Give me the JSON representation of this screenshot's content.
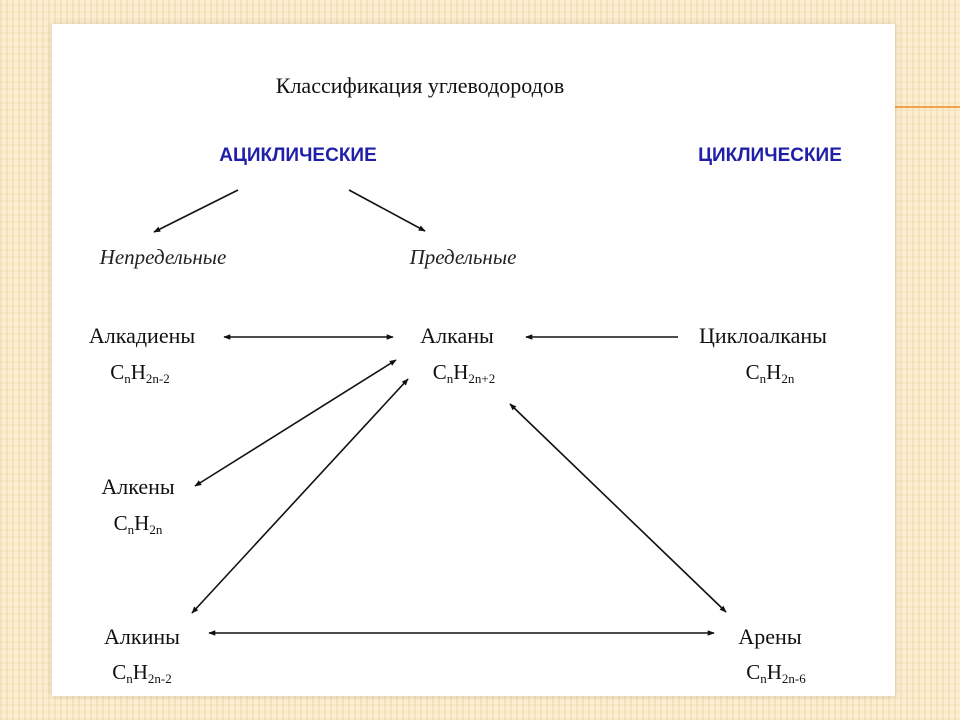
{
  "title": "Классификация углеводородов",
  "categories": {
    "acyclic": "АЦИКЛИЧЕСКИЕ",
    "cyclic": "ЦИКЛИЧЕСКИЕ"
  },
  "subgroups": {
    "unsaturated": "Непредельные",
    "saturated": "Предельные"
  },
  "nodes": {
    "alkadienes": {
      "name": "Алкадиены",
      "formula": {
        "c": "C",
        "n": "n",
        "h": "H",
        "sub": "2n-2"
      }
    },
    "alkanes": {
      "name": "Алканы",
      "formula": {
        "c": "C",
        "n": "n",
        "h": "H",
        "sub": "2n+2"
      }
    },
    "cycloalkanes": {
      "name": "Циклоалканы",
      "formula": {
        "c": "C",
        "n": "n",
        "h": "H",
        "sub": "2n"
      }
    },
    "alkenes": {
      "name": "Алкены",
      "formula": {
        "c": "C",
        "n": "n",
        "h": "H",
        "sub": "2n"
      }
    },
    "alkynes": {
      "name": "Алкины",
      "formula": {
        "c": "C",
        "n": "n",
        "h": "H",
        "sub": "2n-2"
      }
    },
    "arenes": {
      "name": "Арены",
      "formula": {
        "c": "C",
        "n": "n",
        "h": "H",
        "sub": "2n-6"
      }
    }
  },
  "colors": {
    "category_text": "#1f1fa8",
    "background": "#fbeed2",
    "accent_line": "#f0a24a"
  }
}
